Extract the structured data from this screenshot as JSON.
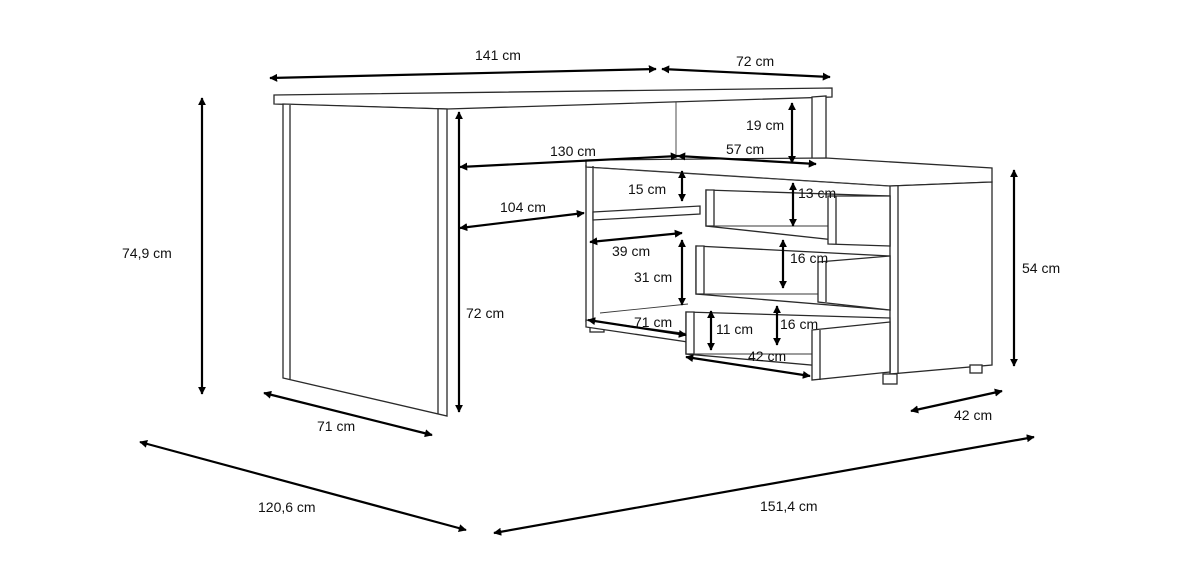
{
  "dimensions": {
    "top_width": "141 cm",
    "return_width": "72 cm",
    "overall_height": "74,9 cm",
    "upstand_height": "19 cm",
    "inner_desk_width": "130 cm",
    "cabinet_inner_width": "57 cm",
    "shelf_gap_top": "15 cm",
    "drawer1_height": "13 cm",
    "knee_width": "104 cm",
    "shelf_depth": "39 cm",
    "shelf_gap_bottom": "31 cm",
    "drawer2_height": "16 cm",
    "cabinet_height": "54 cm",
    "leg_height": "72 cm",
    "bottom_shelf_width": "71 cm",
    "drawer3_inner_height": "11 cm",
    "drawer3_height": "16 cm",
    "drawer_depth": "42 cm",
    "desk_depth": "71 cm",
    "cabinet_depth": "42 cm",
    "overall_depth": "120,6 cm",
    "overall_length": "151,4 cm"
  }
}
